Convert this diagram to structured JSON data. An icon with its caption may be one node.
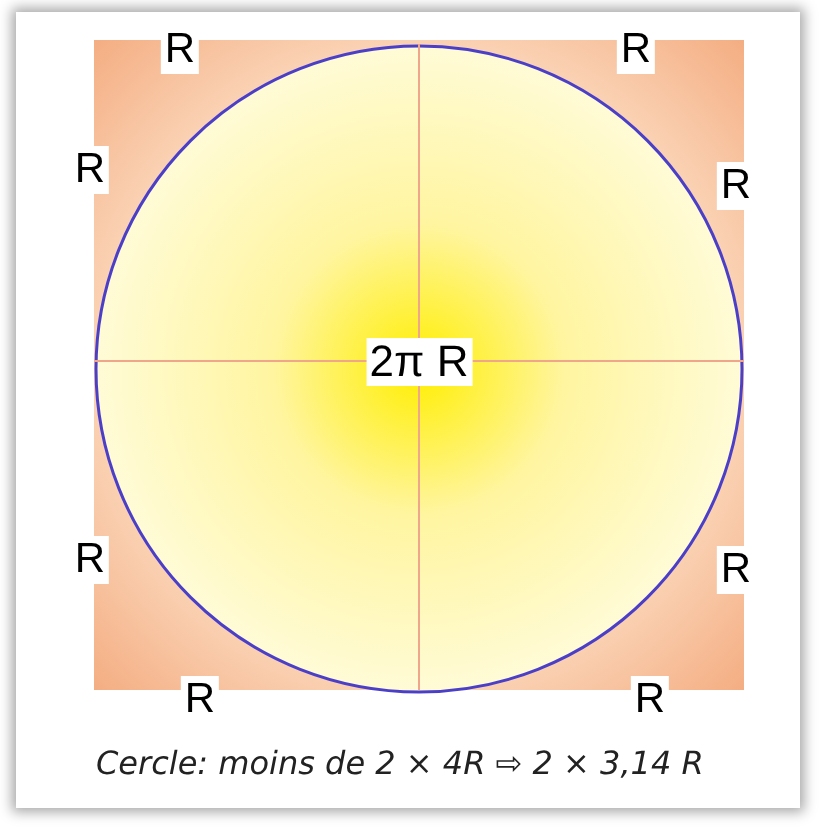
{
  "diagram": {
    "caption": "Cercle: moins de 2 × 4R ⇨ 2 × 3,14 R",
    "nodes": [
      {
        "text": [],
        "shape": "box"
      },
      {
        "text": [
          "2π R"
        ],
        "in": 0
      }
    ],
    "labels": [
      "R",
      "R",
      "R",
      "R",
      "R",
      "R",
      "R",
      "R"
    ]
  }
}
